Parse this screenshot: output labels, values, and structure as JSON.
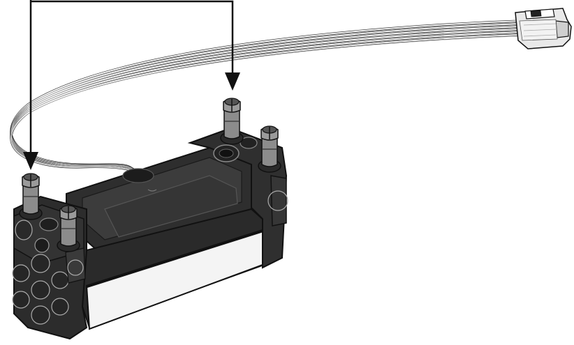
{
  "colors": {
    "background": "#ffffff",
    "body_dark": "#2b2b2b",
    "body_mid": "#3a3a3a",
    "body_light": "#4a4a4a",
    "panel_white": "#f4f4f4",
    "outline": "#111111",
    "cable_line": "#b8b8b8",
    "pin_gray": "#8c8c8c",
    "connector_clear": "#e6e6e6",
    "arrow": "#111111"
  },
  "components": {
    "motor_body": "motor-body-dark",
    "white_panel": "white-side-panel",
    "cable": "flat-ribbon-cable",
    "connector": "cable-plug-connector",
    "pins": [
      "axle-pin-front-left",
      "axle-pin-front-right",
      "axle-pin-back-left",
      "axle-pin-back-right"
    ],
    "arrows": [
      "arrow-to-front-pin",
      "arrow-to-back-pin"
    ]
  }
}
